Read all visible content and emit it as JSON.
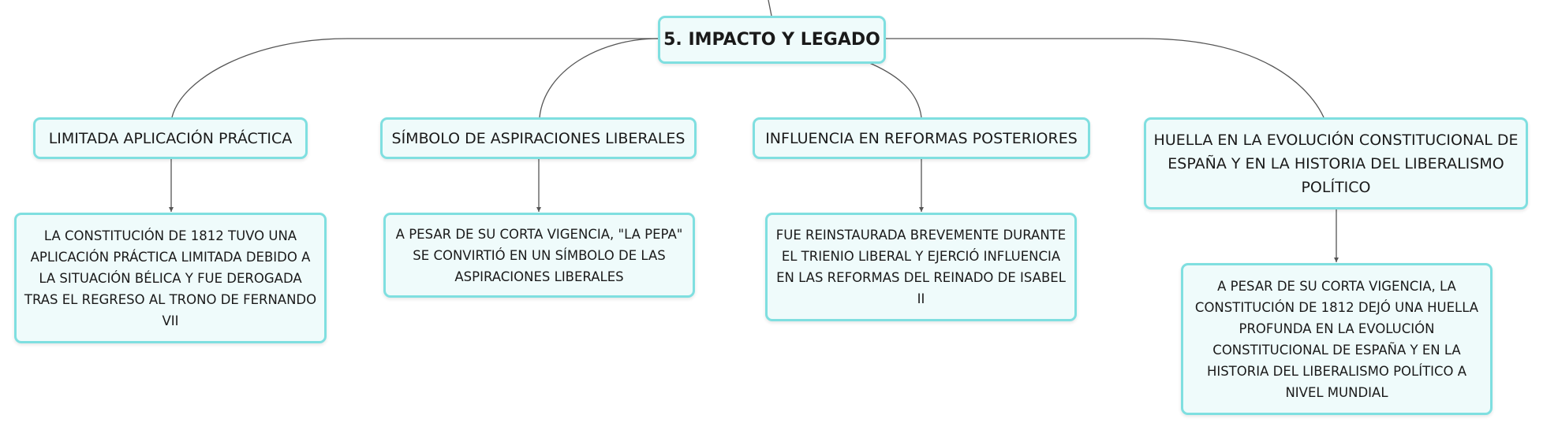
{
  "root": {
    "title": "5. IMPACTO Y LEGADO"
  },
  "branches": [
    {
      "title": "LIMITADA APLICACIÓN PRÁCTICA",
      "detail": "LA CONSTITUCIÓN DE 1812 TUVO UNA APLICACIÓN PRÁCTICA LIMITADA DEBIDO A LA SITUACIÓN BÉLICA Y FUE DEROGADA TRAS EL REGRESO AL TRONO DE FERNANDO VII"
    },
    {
      "title": "SÍMBOLO DE ASPIRACIONES LIBERALES",
      "detail": "A PESAR DE SU CORTA VIGENCIA, \"LA PEPA\" SE CONVIRTIÓ EN UN SÍMBOLO DE LAS ASPIRACIONES LIBERALES"
    },
    {
      "title": "INFLUENCIA EN REFORMAS POSTERIORES",
      "detail": "FUE REINSTAURADA BREVEMENTE DURANTE EL TRIENIO LIBERAL Y EJERCIÓ INFLUENCIA EN LAS REFORMAS DEL REINADO DE ISABEL II"
    },
    {
      "title": "HUELLA EN LA EVOLUCIÓN CONSTITUCIONAL DE ESPAÑA Y EN LA HISTORIA DEL LIBERALISMO POLÍTICO",
      "detail": "A PESAR DE SU CORTA VIGENCIA, LA CONSTITUCIÓN DE 1812 DEJÓ UNA HUELLA PROFUNDA EN LA EVOLUCIÓN CONSTITUCIONAL DE ESPAÑA Y EN LA HISTORIA DEL LIBERALISMO POLÍTICO A NIVEL MUNDIAL"
    }
  ],
  "colors": {
    "node_border": "#7fdfe0",
    "node_fill": "#effbfb",
    "connector": "#555555",
    "text": "#1a1a1a"
  }
}
